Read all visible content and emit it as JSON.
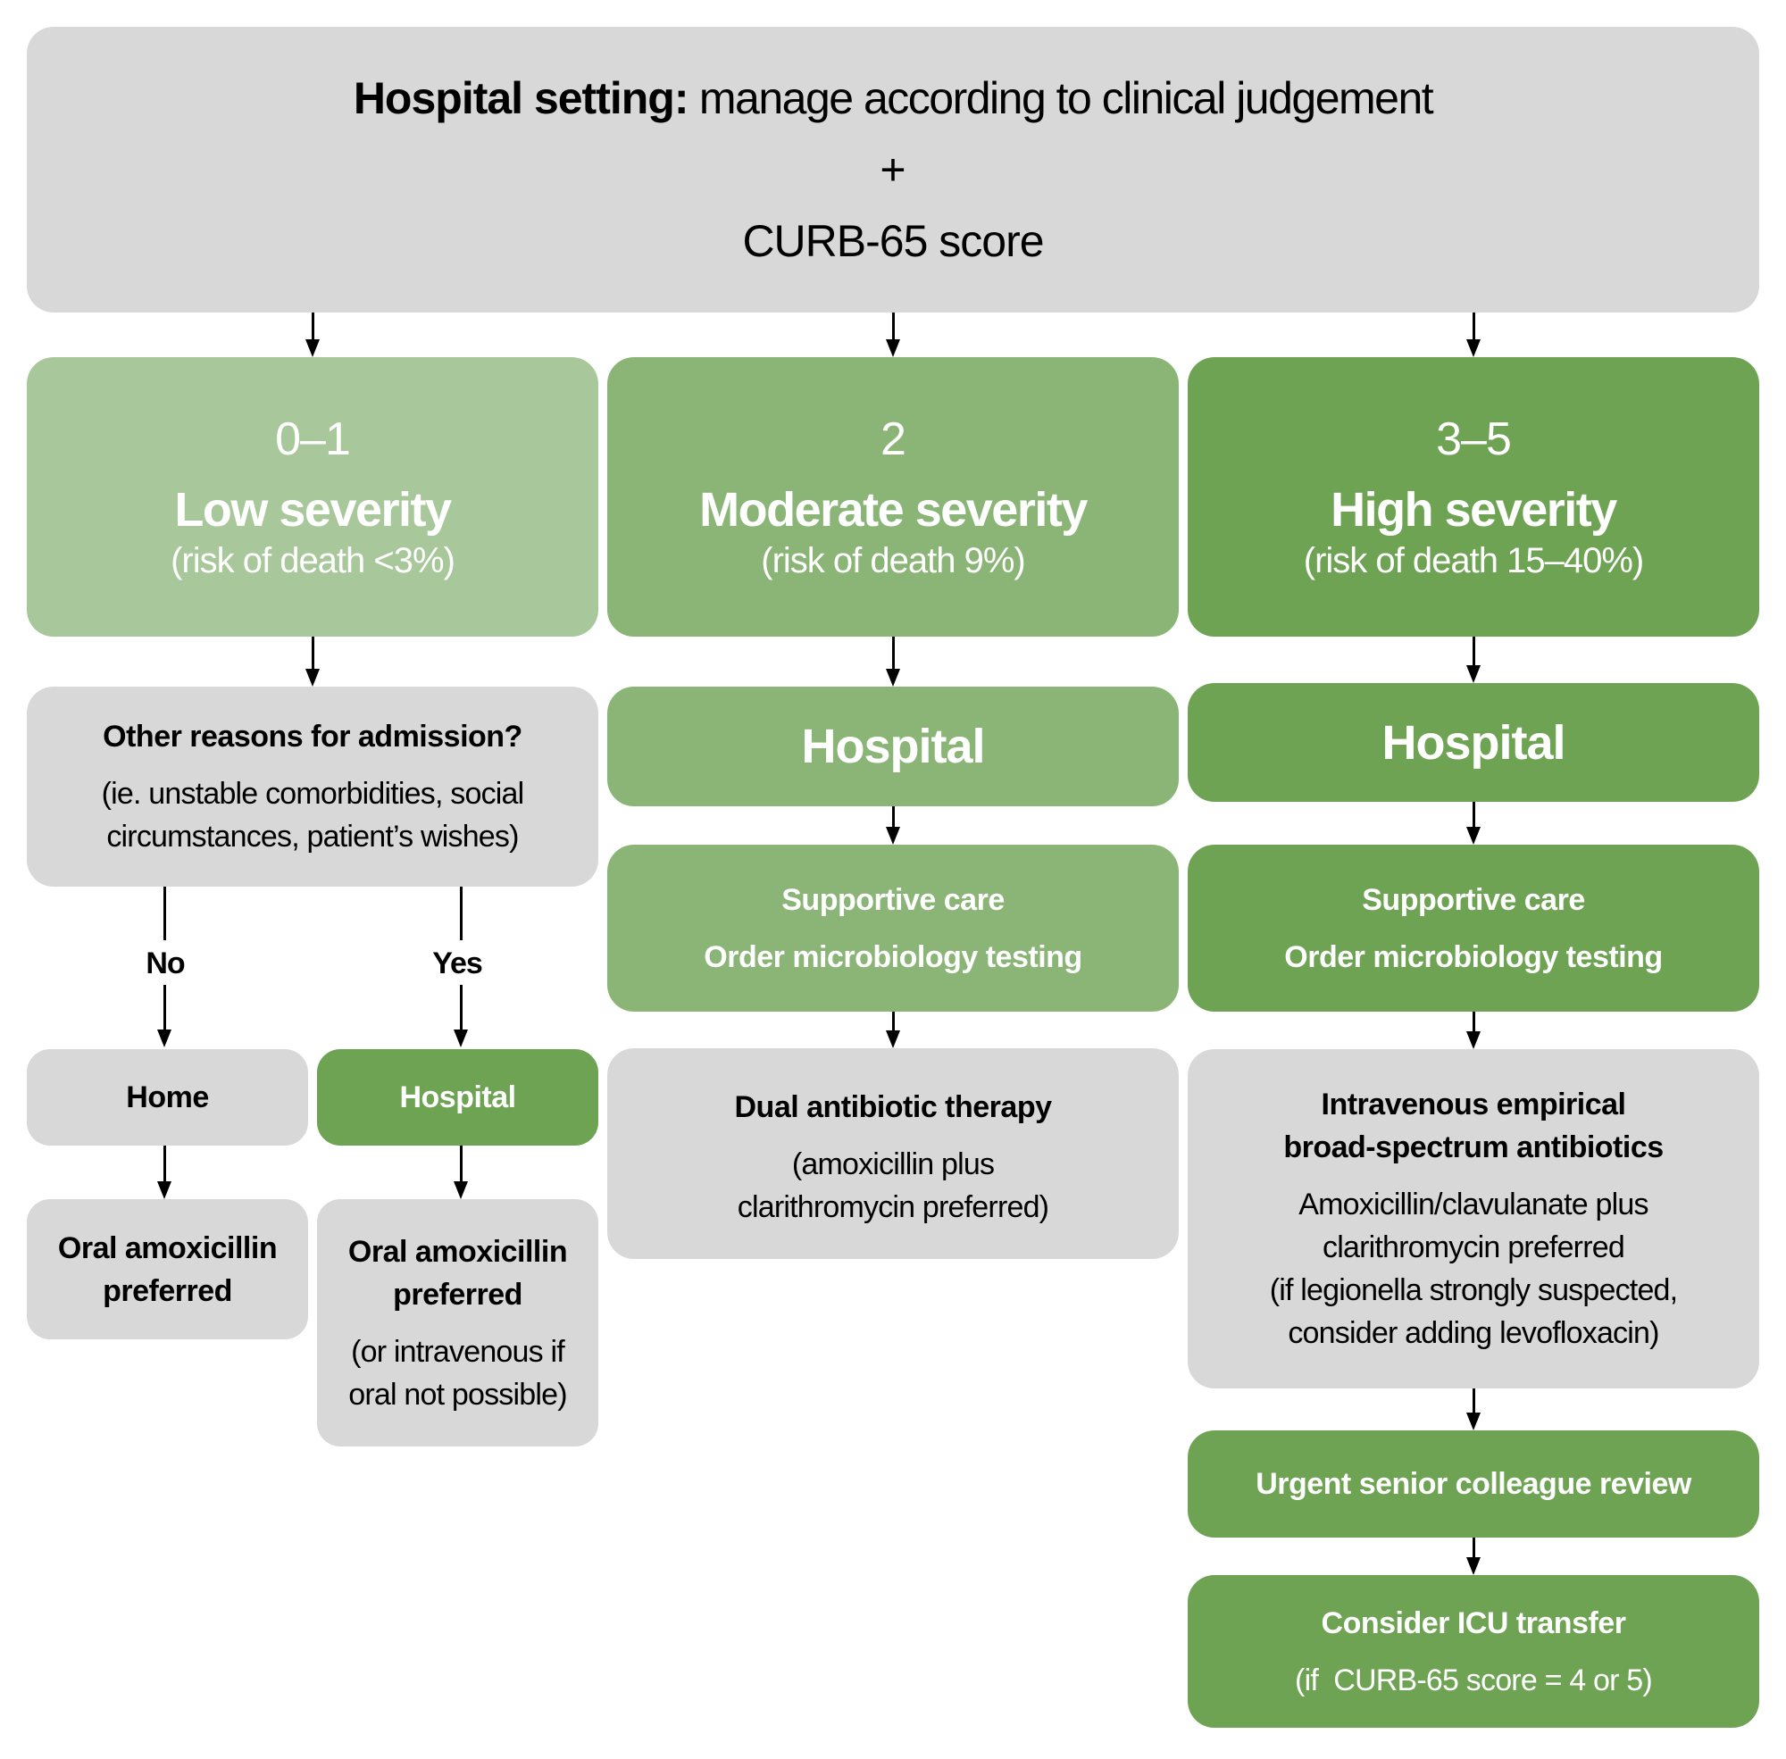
{
  "top": {
    "title_bold": "Hospital setting:",
    "title_rest": " manage according to clinical judgement",
    "plus": "+",
    "score_label": "CURB-65 score"
  },
  "columns": [
    {
      "score": "0–1",
      "severity": "Low severity",
      "risk": "(risk of death <3%)",
      "color": "#a8c79a"
    },
    {
      "score": "2",
      "severity": "Moderate severity",
      "risk": "(risk of death 9%)",
      "color": "#8bb577"
    },
    {
      "score": "3–5",
      "severity": "High severity",
      "risk": "(risk of death 15–40%)",
      "color": "#6ea353"
    }
  ],
  "low": {
    "question": "Other reasons for admission?",
    "question_detail_1": "(ie. unstable comorbidities, social",
    "question_detail_2": "circumstances, patient’s wishes)",
    "no_label": "No",
    "yes_label": "Yes",
    "home": "Home",
    "hospital": "Hospital",
    "home_treatment_1": "Oral amoxicillin",
    "home_treatment_2": "preferred",
    "hosp_treatment_1": "Oral amoxicillin",
    "hosp_treatment_2": "preferred",
    "hosp_treatment_note_1": "(or intravenous if",
    "hosp_treatment_note_2": "oral not possible)"
  },
  "moderate": {
    "setting": "Hospital",
    "care_1": "Supportive care",
    "care_2": "Order microbiology testing",
    "therapy_title": "Dual antibiotic therapy",
    "therapy_detail_1": "(amoxicillin plus",
    "therapy_detail_2": "clarithromycin preferred)"
  },
  "high": {
    "setting": "Hospital",
    "care_1": "Supportive care",
    "care_2": "Order microbiology testing",
    "therapy_title_1": "Intravenous empirical",
    "therapy_title_2": "broad-spectrum antibiotics",
    "therapy_detail_1": "Amoxicillin/clavulanate plus",
    "therapy_detail_2": "clarithromycin preferred",
    "therapy_detail_3": "(if legionella strongly suspected,",
    "therapy_detail_4": "consider adding levofloxacin)",
    "review": "Urgent senior colleague review",
    "icu_title": "Consider ICU transfer",
    "icu_detail": "(if  CURB-65 score = 4 or 5)"
  },
  "colors": {
    "grey_box": "#d8d8d8",
    "low_green": "#a8c79a",
    "moderate_green": "#8bb577",
    "high_green": "#6ea353",
    "arrow": "#000000"
  }
}
